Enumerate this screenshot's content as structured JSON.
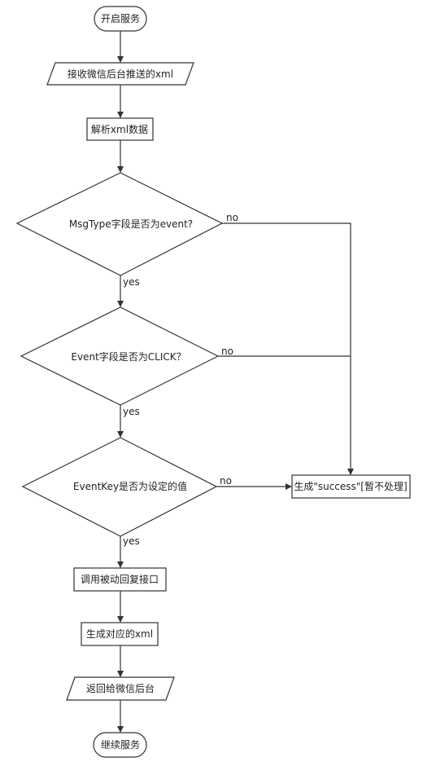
{
  "nodes": {
    "start": "开启服务",
    "receive": "接收微信后台推送的xml",
    "parse": "解析xml数据",
    "check_msgtype": "MsgType字段是否为event?",
    "check_event": "Event字段是否为CLICK？",
    "check_eventkey": "EventKey是否为设定的值",
    "success": "生成\"success\"[暂不处理]",
    "call_passive": "调用被动回复接口",
    "gen_xml": "生成对应的xml",
    "return": "返回给微信后台",
    "continue": "继续服务"
  },
  "edges": {
    "yes1": "yes",
    "yes2": "yes",
    "yes3": "yes",
    "no1": "no",
    "no2": "no",
    "no3": "no"
  }
}
